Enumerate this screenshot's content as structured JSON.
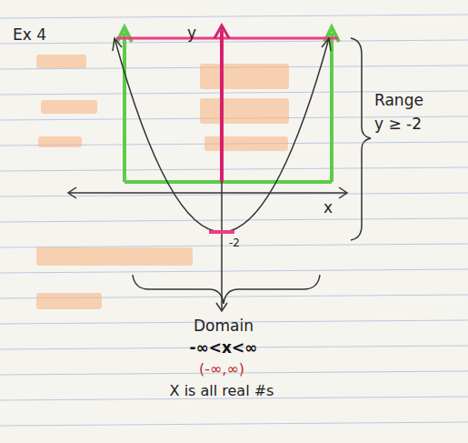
{
  "diagram": {
    "labels": [
      "Ex 4",
      "y",
      "x",
      "-2",
      "Range",
      "y ≥ -2",
      "Domain",
      "-∞<x<∞",
      "(-∞,∞)",
      "X is all real #s"
    ]
  }
}
